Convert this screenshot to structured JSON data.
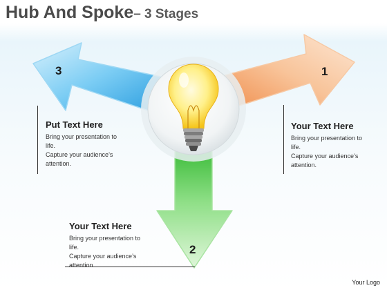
{
  "title": {
    "main": "Hub And Spoke",
    "sub": "– 3 Stages"
  },
  "stages": [
    {
      "number": "1",
      "heading": "Your Text Here",
      "body": [
        "Bring your presentation to",
        "life.",
        "Capture your audience’s",
        "attention."
      ],
      "color": "#f4a46a"
    },
    {
      "number": "2",
      "heading": "Your Text Here",
      "body": [
        "Bring your presentation to",
        "life.",
        "Capture your audience’s",
        "attention."
      ],
      "color": "#5fcf5a"
    },
    {
      "number": "3",
      "heading": "Put Text Here",
      "body": [
        "Bring your presentation to",
        "life.",
        "Capture your audience’s",
        "attention."
      ],
      "color": "#3bb0ea"
    }
  ],
  "hub": {
    "icon": "light-bulb-icon"
  },
  "footer": {
    "logo": "Your Logo"
  }
}
